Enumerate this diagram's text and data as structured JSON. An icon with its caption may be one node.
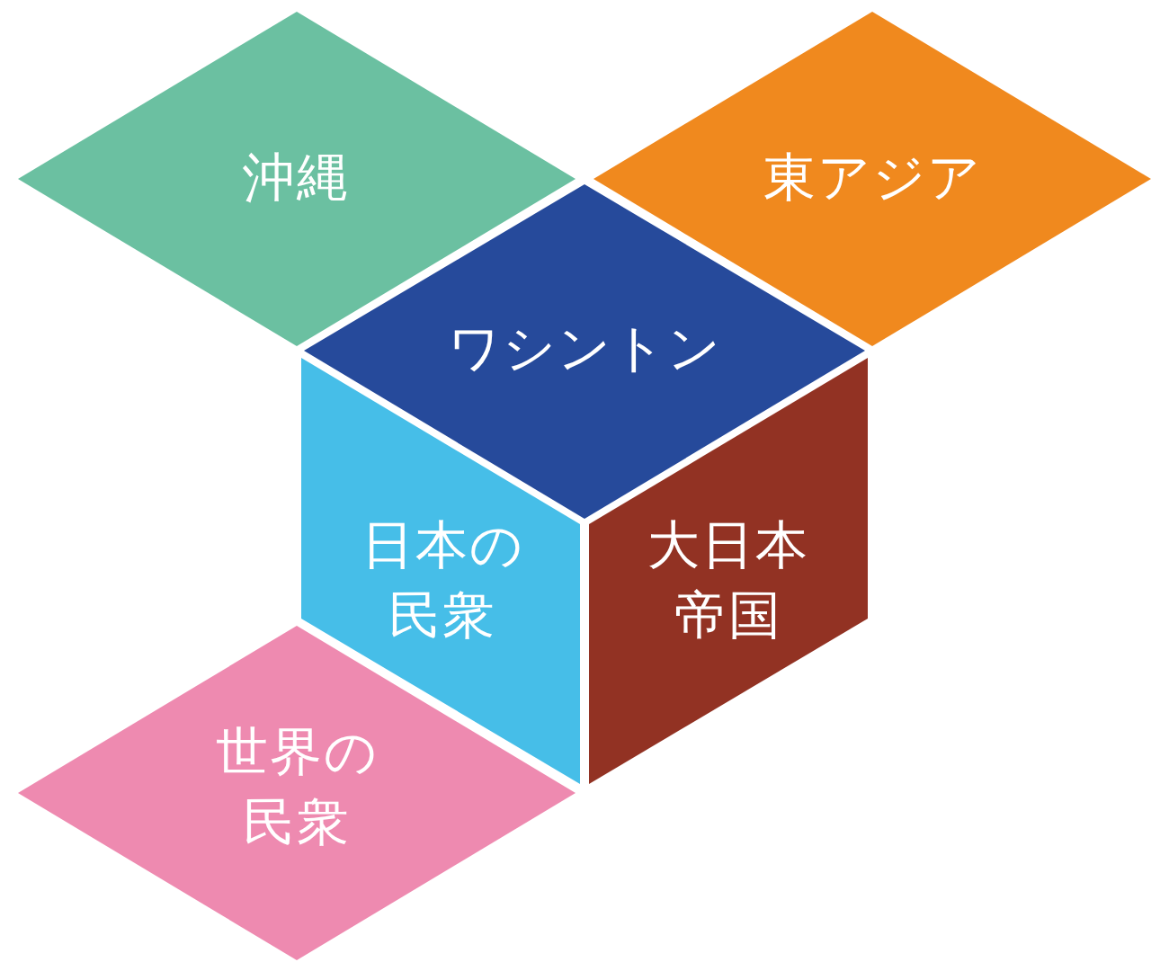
{
  "diagram": {
    "nodes": [
      {
        "text": [
          "沖縄"
        ]
      },
      {
        "text": [
          "東アジア"
        ]
      },
      {
        "text": [
          "ワシントン"
        ]
      },
      {
        "text": [
          "日本の民衆"
        ]
      },
      {
        "text": [
          "大日本帝国"
        ]
      },
      {
        "text": [
          "世界の民衆"
        ]
      }
    ]
  }
}
